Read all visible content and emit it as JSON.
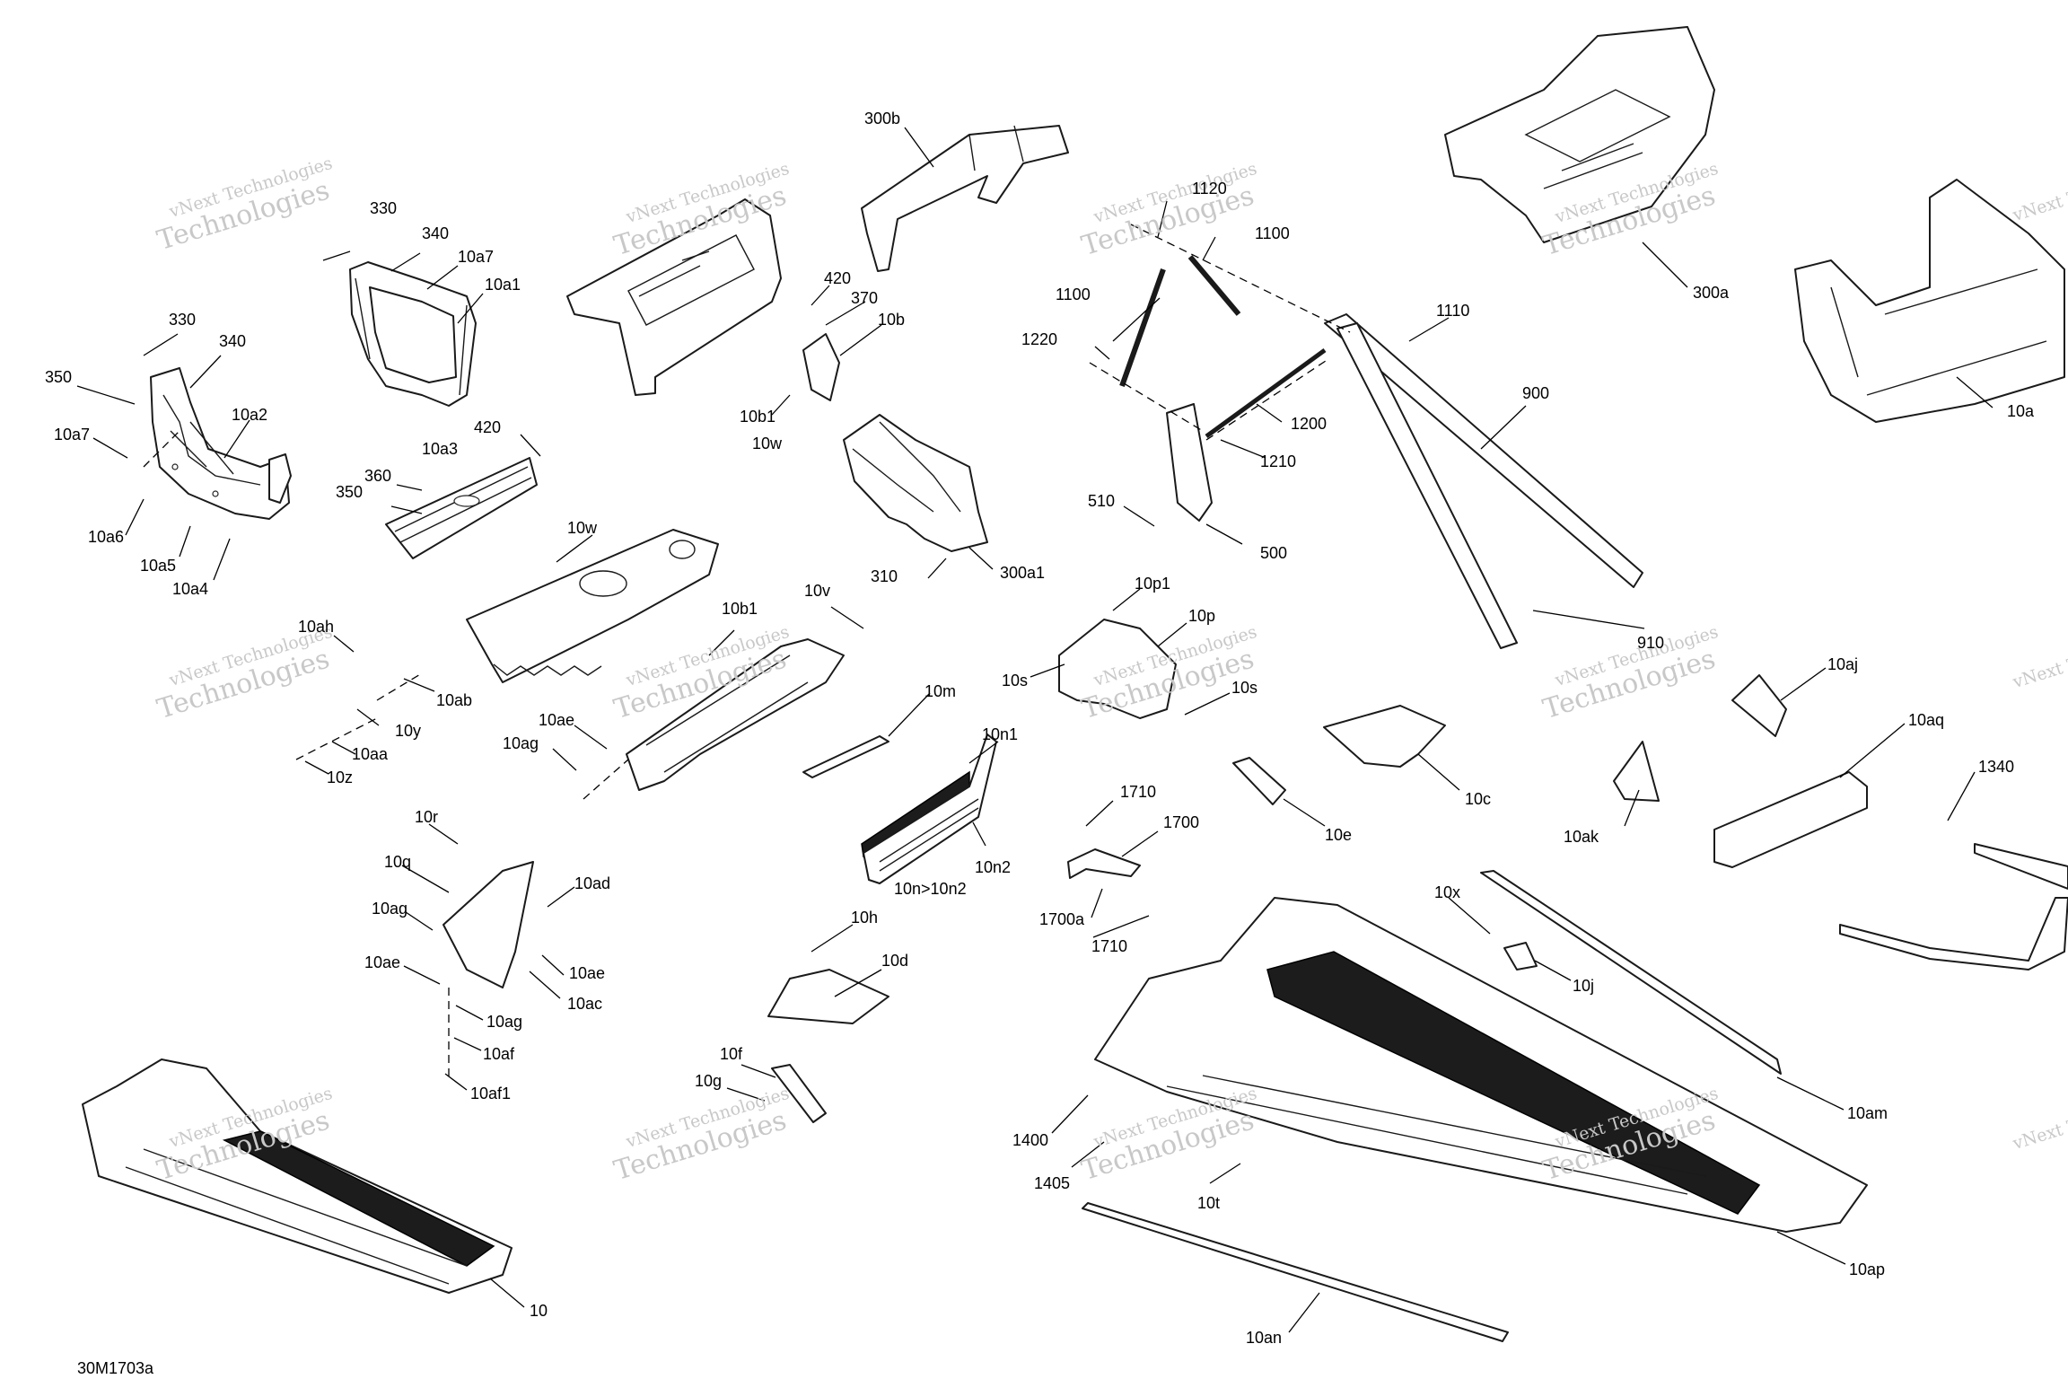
{
  "diagram_code": "30M1703a",
  "watermark": {
    "small": "vNext Technologies",
    "large": "Technologies"
  },
  "labels": [
    {
      "id": "330a",
      "text": "330"
    },
    {
      "id": "340a",
      "text": "340"
    },
    {
      "id": "10a7a",
      "text": "10a7"
    },
    {
      "id": "10a1",
      "text": "10a1"
    },
    {
      "id": "330b",
      "text": "330"
    },
    {
      "id": "340b",
      "text": "340"
    },
    {
      "id": "350a",
      "text": "350"
    },
    {
      "id": "10a7b",
      "text": "10a7"
    },
    {
      "id": "10a2",
      "text": "10a2"
    },
    {
      "id": "10a6",
      "text": "10a6"
    },
    {
      "id": "10a5",
      "text": "10a5"
    },
    {
      "id": "10a4",
      "text": "10a4"
    },
    {
      "id": "300b",
      "text": "300b"
    },
    {
      "id": "420a",
      "text": "420"
    },
    {
      "id": "370",
      "text": "370"
    },
    {
      "id": "10b",
      "text": "10b"
    },
    {
      "id": "10b1a",
      "text": "10b1"
    },
    {
      "id": "10w1",
      "text": "10w"
    },
    {
      "id": "420b",
      "text": "420"
    },
    {
      "id": "10a3",
      "text": "10a3"
    },
    {
      "id": "360",
      "text": "360"
    },
    {
      "id": "350b",
      "text": "350"
    },
    {
      "id": "10w2",
      "text": "10w"
    },
    {
      "id": "310",
      "text": "310"
    },
    {
      "id": "300a1",
      "text": "300a1"
    },
    {
      "id": "1120",
      "text": "1120"
    },
    {
      "id": "1100a",
      "text": "1100"
    },
    {
      "id": "1100b",
      "text": "1100"
    },
    {
      "id": "1220",
      "text": "1220"
    },
    {
      "id": "1110",
      "text": "1110"
    },
    {
      "id": "900",
      "text": "900"
    },
    {
      "id": "1200",
      "text": "1200"
    },
    {
      "id": "1210",
      "text": "1210"
    },
    {
      "id": "510",
      "text": "510"
    },
    {
      "id": "500",
      "text": "500"
    },
    {
      "id": "910",
      "text": "910"
    },
    {
      "id": "300a",
      "text": "300a"
    },
    {
      "id": "10a",
      "text": "10a"
    },
    {
      "id": "10ah",
      "text": "10ah"
    },
    {
      "id": "10ab",
      "text": "10ab"
    },
    {
      "id": "10y",
      "text": "10y"
    },
    {
      "id": "10aa",
      "text": "10aa"
    },
    {
      "id": "10z",
      "text": "10z"
    },
    {
      "id": "10b1b",
      "text": "10b1"
    },
    {
      "id": "10v",
      "text": "10v"
    },
    {
      "id": "10ae1",
      "text": "10ae"
    },
    {
      "id": "10ag1",
      "text": "10ag"
    },
    {
      "id": "10p1",
      "text": "10p1"
    },
    {
      "id": "10p",
      "text": "10p"
    },
    {
      "id": "10s1",
      "text": "10s"
    },
    {
      "id": "10s2",
      "text": "10s"
    },
    {
      "id": "10m",
      "text": "10m"
    },
    {
      "id": "10n1",
      "text": "10n1"
    },
    {
      "id": "10n2",
      "text": "10n2"
    },
    {
      "id": "10n",
      "text": "10n>10n2"
    },
    {
      "id": "10c",
      "text": "10c"
    },
    {
      "id": "10e",
      "text": "10e"
    },
    {
      "id": "10aj",
      "text": "10aj"
    },
    {
      "id": "10aq",
      "text": "10aq"
    },
    {
      "id": "10ak",
      "text": "10ak"
    },
    {
      "id": "1340",
      "text": "1340"
    },
    {
      "id": "10r",
      "text": "10r"
    },
    {
      "id": "10q",
      "text": "10q"
    },
    {
      "id": "10ad",
      "text": "10ad"
    },
    {
      "id": "10ag2",
      "text": "10ag"
    },
    {
      "id": "10ae2",
      "text": "10ae"
    },
    {
      "id": "10ae3",
      "text": "10ae"
    },
    {
      "id": "10ac",
      "text": "10ac"
    },
    {
      "id": "10ag3",
      "text": "10ag"
    },
    {
      "id": "10af",
      "text": "10af"
    },
    {
      "id": "10af1",
      "text": "10af1"
    },
    {
      "id": "1710a",
      "text": "1710"
    },
    {
      "id": "1700",
      "text": "1700"
    },
    {
      "id": "1700a",
      "text": "1700a"
    },
    {
      "id": "1710b",
      "text": "1710"
    },
    {
      "id": "10h",
      "text": "10h"
    },
    {
      "id": "10d",
      "text": "10d"
    },
    {
      "id": "10f",
      "text": "10f"
    },
    {
      "id": "10g",
      "text": "10g"
    },
    {
      "id": "10x",
      "text": "10x"
    },
    {
      "id": "10j",
      "text": "10j"
    },
    {
      "id": "10am",
      "text": "10am"
    },
    {
      "id": "1400",
      "text": "1400"
    },
    {
      "id": "1405",
      "text": "1405"
    },
    {
      "id": "10t",
      "text": "10t"
    },
    {
      "id": "10ap",
      "text": "10ap"
    },
    {
      "id": "10an",
      "text": "10an"
    },
    {
      "id": "10",
      "text": "10"
    }
  ]
}
